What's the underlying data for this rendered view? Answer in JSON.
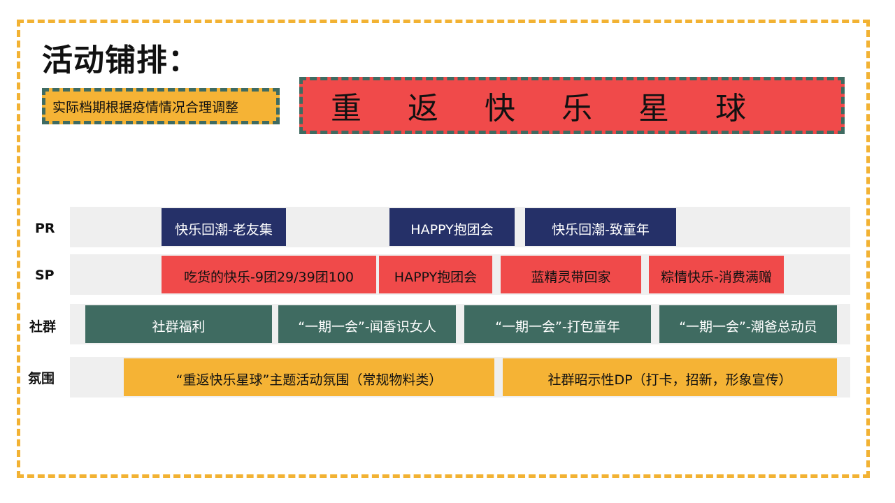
{
  "title": "活动铺排：",
  "note": "实际档期根据疫情情况合理调整",
  "theme_chars": [
    "重",
    "返",
    "快",
    "乐",
    "星",
    "球"
  ],
  "rows": [
    {
      "label": "PR",
      "bars": [
        "快乐回潮-老友集",
        "HAPPY抱团会",
        "快乐回潮-致童年"
      ]
    },
    {
      "label": "SP",
      "bars": [
        "吃货的快乐-9团29/39团100",
        "HAPPY抱团会",
        "蓝精灵带回家",
        "粽情快乐-消费满赠"
      ]
    },
    {
      "label": "社群",
      "bars": [
        "社群福利",
        "“一期一会”-闻香识女人",
        "“一期一会”-打包童年",
        "“一期一会”-潮爸总动员"
      ]
    },
    {
      "label": "氛围",
      "bars": [
        "“重返快乐星球”主题活动氛围（常规物料类）",
        "社群昭示性DP（打卡，招新，形象宣传）"
      ]
    }
  ],
  "colors": {
    "frame": "#f2b233",
    "navy": "#253068",
    "red": "#f04a4a",
    "teal": "#3f6b61",
    "orange": "#f5b335",
    "track": "#efefef"
  }
}
